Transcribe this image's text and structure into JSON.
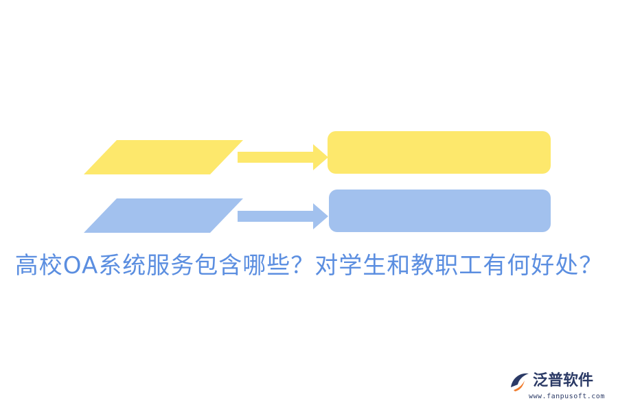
{
  "colors": {
    "yellow": "#fde86c",
    "blue": "#a2c1ee",
    "title_text": "#5b8ee0",
    "brand_dark": "#2b3a66",
    "brand_accent": "#f07a2a"
  },
  "diagram": {
    "row1": {
      "shape": "parallelogram",
      "color_key": "yellow",
      "arrow": "right-arrow",
      "target": "rounded-rectangle"
    },
    "row2": {
      "shape": "parallelogram",
      "color_key": "blue",
      "arrow": "right-arrow",
      "target": "rounded-rectangle"
    }
  },
  "title": {
    "text": "高校OA系统服务包含哪些？对学生和教职工有何好处？"
  },
  "brand": {
    "name": "泛普软件",
    "url": "www.fanpusoft.com",
    "logo_icon": "fanpu-logo-icon"
  }
}
